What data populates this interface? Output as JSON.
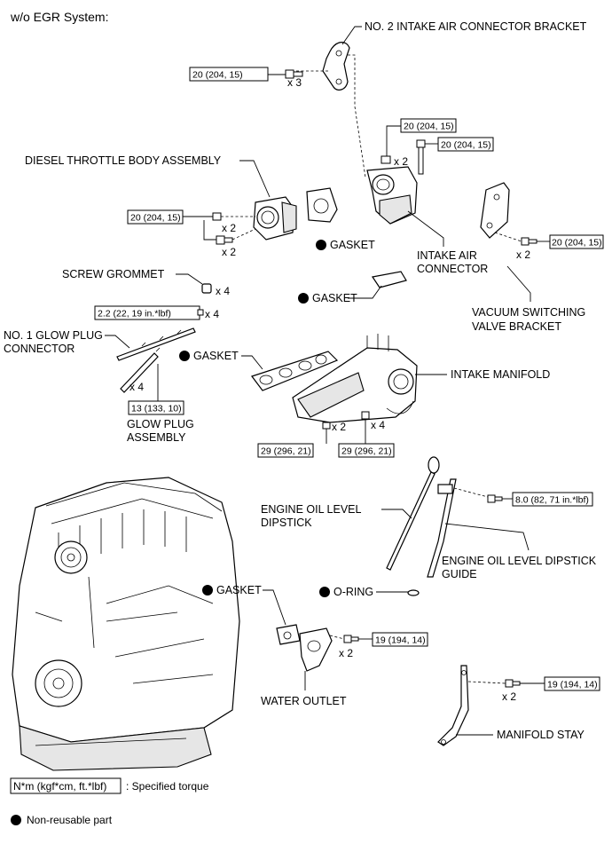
{
  "title": "w/o EGR System:",
  "labels": {
    "intake_air_connector_bracket": "NO. 2 INTAKE AIR CONNECTOR BRACKET",
    "diesel_throttle_body": "DIESEL THROTTLE BODY ASSEMBLY",
    "gasket": "GASKET",
    "intake_air_connector_1": "INTAKE AIR",
    "intake_air_connector_2": "CONNECTOR",
    "screw_grommet": "SCREW GROMMET",
    "vsv_bracket_1": "VACUUM SWITCHING",
    "vsv_bracket_2": "VALVE BRACKET",
    "glow_plug_connector_1": "NO. 1 GLOW PLUG",
    "glow_plug_connector_2": "CONNECTOR",
    "intake_manifold": "INTAKE MANIFOLD",
    "glow_plug_assembly_1": "GLOW PLUG",
    "glow_plug_assembly_2": "ASSEMBLY",
    "dipstick_1": "ENGINE OIL LEVEL",
    "dipstick_2": "DIPSTICK",
    "dipstick_guide_1": "ENGINE OIL LEVEL DIPSTICK",
    "dipstick_guide_2": "GUIDE",
    "o_ring": "O-RING",
    "water_outlet": "WATER OUTLET",
    "manifold_stay": "MANIFOLD STAY"
  },
  "torques": {
    "t20": "20 (204, 15)",
    "t2_2": "2.2 (22, 19 in.*lbf)",
    "t13": "13 (133, 10)",
    "t29": "29 (296, 21)",
    "t8": "8.0 (82, 71 in.*lbf)",
    "t19": "19 (194, 14)"
  },
  "quantities": {
    "x2": "x 2",
    "x3": "x 3",
    "x4": "x 4"
  },
  "legend": {
    "torque_unit": "N*m (kgf*cm, ft.*lbf)",
    "torque_desc": ": Specified torque",
    "non_reusable": "Non-reusable part"
  }
}
